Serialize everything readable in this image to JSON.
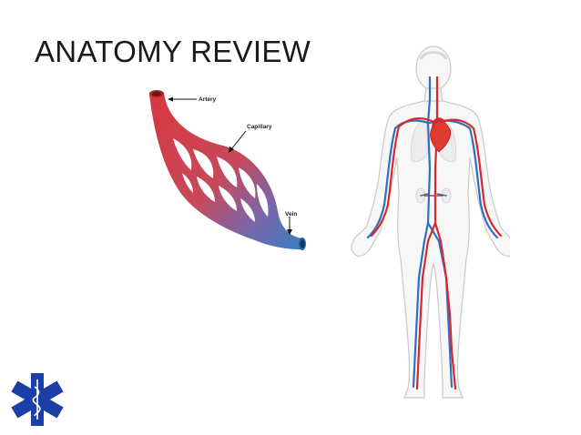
{
  "slide": {
    "title": "ANATOMY REVIEW"
  },
  "vessel_diagram": {
    "labels": {
      "artery": "Artery",
      "capillary": "Capillary",
      "vein": "Vein"
    },
    "colors": {
      "artery": "#d9363e",
      "vein": "#3a7fc1"
    }
  },
  "body_figure": {
    "colors": {
      "artery": "#d9272e",
      "vein": "#2e6fc4",
      "heart": "#e03a2f",
      "outline": "#c9c9c9"
    }
  },
  "logo": {
    "name": "star-of-life",
    "color": "#1b3fa6"
  }
}
